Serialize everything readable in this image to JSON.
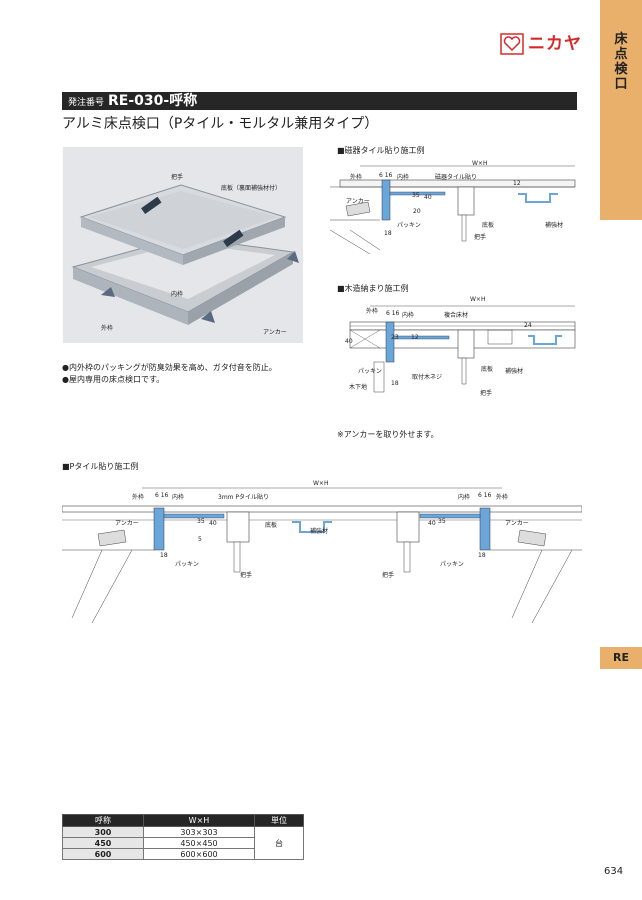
{
  "brand": {
    "name": "ニカヤ",
    "color": "#d52a2a"
  },
  "side": {
    "category": "床点検口",
    "series": "RE"
  },
  "header": {
    "order_label": "発注番号",
    "product_code": "RE-030-呼称"
  },
  "subtitle": "アルミ床点検口（Pタイル・モルタル兼用タイプ）",
  "photo_labels": {
    "handle": "把手",
    "bottom": "底板（裏面補強材付）",
    "inner": "内枠",
    "outer": "外枠",
    "anchor": "アンカー"
  },
  "features": [
    "●内外枠のパッキングが防臭効果を高め、ガタ付音を防止。",
    "●屋内専用の床点検口です。"
  ],
  "section_tile": {
    "title": "■磁器タイル貼り施工例",
    "labels": {
      "wh": "W×H",
      "outer": "外枠",
      "d616": "6 16",
      "inner": "内枠",
      "tile": "磁器タイル貼り",
      "anchor": "アンカー",
      "packing": "パッキン",
      "bottom": "底板",
      "reinforce": "補強材",
      "handle": "把手",
      "d18": "18",
      "d35": "35",
      "d40": "40",
      "d12": "12",
      "d20": "20"
    }
  },
  "section_wood": {
    "title": "■木造納まり施工例",
    "labels": {
      "wh": "W×H",
      "outer": "外枠",
      "d616": "6 16",
      "inner": "内枠",
      "floor": "複合床材",
      "d40": "40",
      "d23": "23",
      "d12": "12",
      "d24": "24",
      "packing": "パッキン",
      "screw": "取付木ネジ",
      "bottom": "底板",
      "reinforce": "補強材",
      "subfloor": "木下地",
      "handle": "把手",
      "d18": "18"
    }
  },
  "note": "※アンカーを取り外せます。",
  "section_ptile": {
    "title": "■Pタイル貼り施工例",
    "labels": {
      "wh": "W×H",
      "outer": "外枠",
      "d616": "6 16",
      "inner": "内枠",
      "ptile": "3mm Pタイル貼り",
      "anchor": "アンカー",
      "bottom": "底板",
      "reinforce": "補強材",
      "packing": "パッキン",
      "handle": "把手",
      "d18": "18",
      "d35": "35",
      "d40": "40",
      "d5": "5"
    }
  },
  "spec_table": {
    "headers": [
      "呼称",
      "W×H",
      "単位"
    ],
    "rows": [
      [
        "300",
        "303×303"
      ],
      [
        "450",
        "450×450"
      ],
      [
        "600",
        "600×600"
      ]
    ],
    "unit": "台"
  },
  "page_number": "634"
}
